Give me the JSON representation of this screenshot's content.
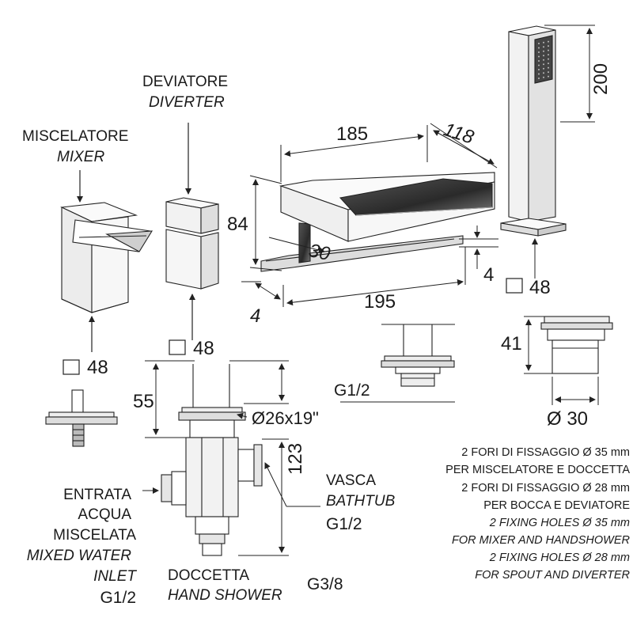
{
  "labels": {
    "miscelatore": "MISCELATORE",
    "mixer": "MIXER",
    "deviatore": "DEVIATORE",
    "diverter": "DIVERTER",
    "vasca": "VASCA",
    "bathtub": "BATHTUB",
    "vasca_thread": "G1/2",
    "entrata": "ENTRATA",
    "acqua": "ACQUA",
    "miscelata": "MISCELATA",
    "mixed_water": "MIXED WATER",
    "inlet": "INLET",
    "inlet_thread": "G1/2",
    "doccetta": "DOCCETTA",
    "hand_shower": "HAND SHOWER",
    "hand_shower_thread": "G3/8"
  },
  "dimensions": {
    "spout_width": "185",
    "spout_depth": "118",
    "handshower_height": "200",
    "spout_height": "84",
    "spout_projection": "30",
    "spout_base_length": "195",
    "base_thickness_left": "4",
    "base_thickness_right": "4",
    "handshower_base": "48",
    "mixer_base": "48",
    "diverter_base": "48",
    "diverter_fixing_depth": "55",
    "diverter_diameter": "Ø26x19\"",
    "diverter_body_height": "123",
    "spout_thread": "G1/2",
    "handshower_fixing_height": "41",
    "handshower_fixing_diameter": "Ø 30"
  },
  "notes": [
    {
      "text": "2 FORI DI FISSAGGIO Ø 35 mm",
      "italic": false
    },
    {
      "text": "PER MISCELATORE E DOCCETTA",
      "italic": false
    },
    {
      "text": "2 FORI DI FISSAGGIO Ø 28 mm",
      "italic": false
    },
    {
      "text": "PER BOCCA E DEVIATORE",
      "italic": false
    },
    {
      "text": "2 FIXING HOLES Ø 35 mm",
      "italic": true
    },
    {
      "text": "FOR MIXER AND HANDSHOWER",
      "italic": true
    },
    {
      "text": "2 FIXING HOLES Ø 28 mm",
      "italic": true
    },
    {
      "text": "FOR SPOUT AND DIVERTER",
      "italic": true
    }
  ]
}
